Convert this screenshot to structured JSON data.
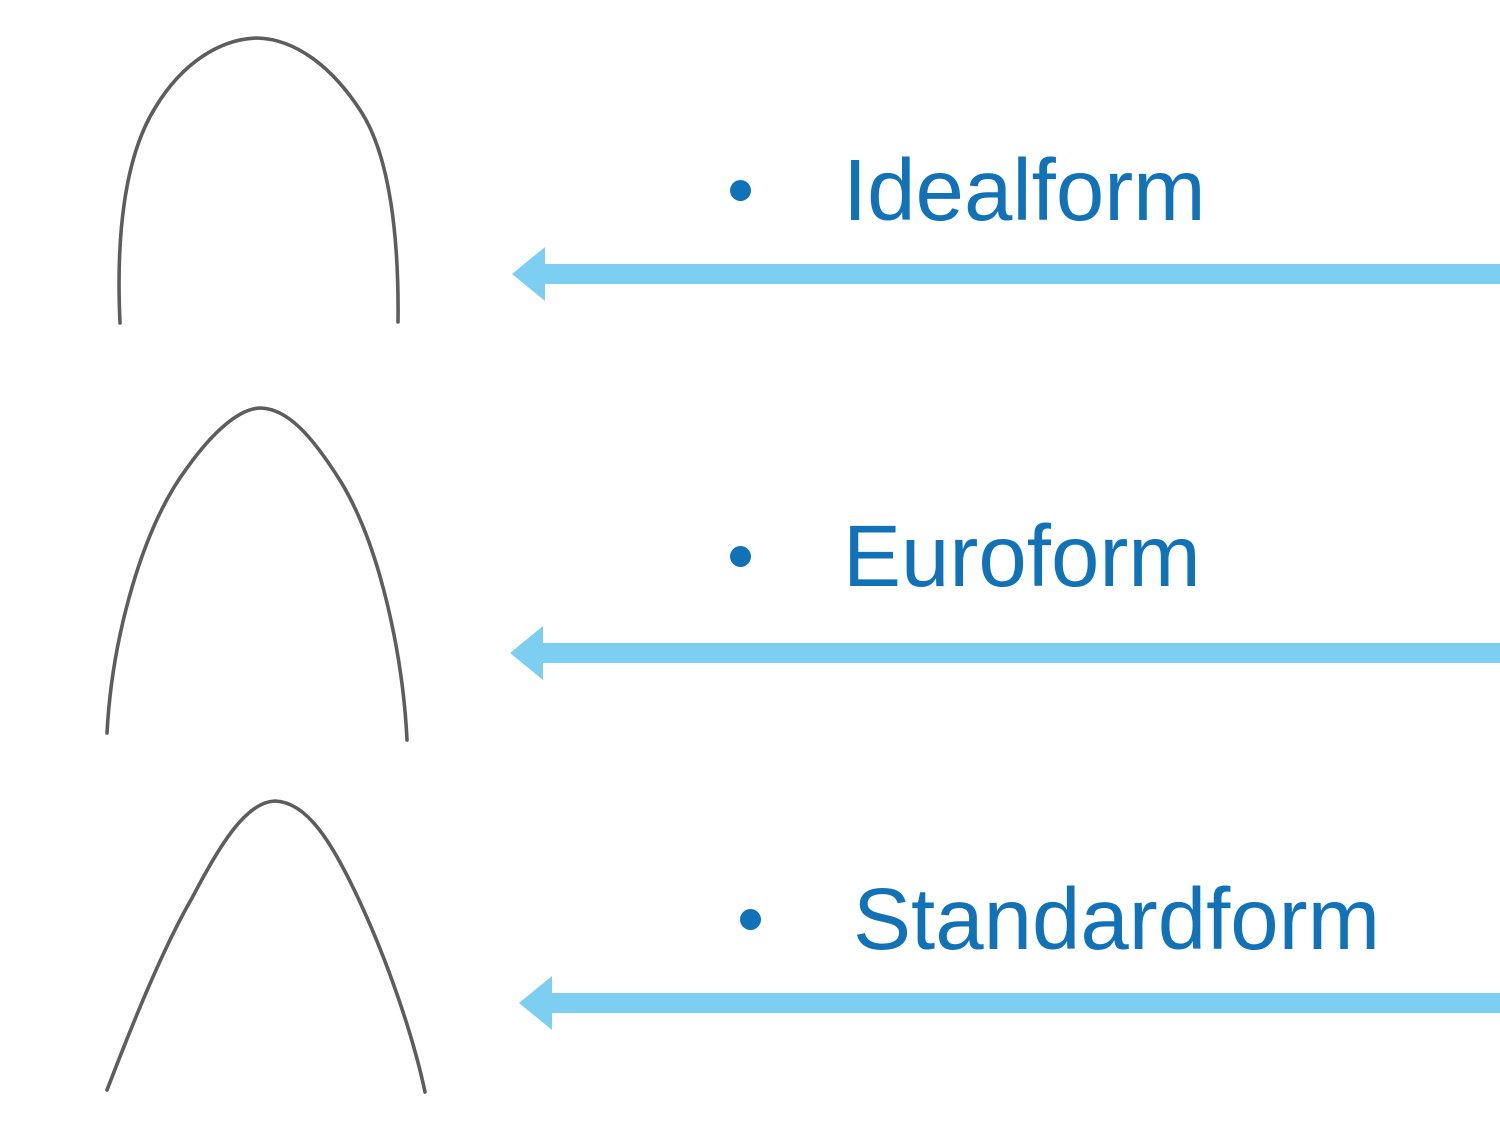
{
  "page": {
    "type": "presentation-slide",
    "background": "#ffffff"
  },
  "colors": {
    "label_blue": "#1272b8",
    "arrow_blue": "#7dcff2",
    "wire_gray": "#5d5d5d"
  },
  "rows": [
    {
      "label": "Idealform",
      "bullet": "round-dot",
      "icon": "archwire-idealform-shape",
      "arrow": "left-arrow"
    },
    {
      "label": "Euroform",
      "bullet": "round-dot",
      "icon": "archwire-euroform-shape",
      "arrow": "left-arrow"
    },
    {
      "label": "Standardform",
      "bullet": "round-dot",
      "icon": "archwire-standardform-shape",
      "arrow": "left-arrow"
    }
  ]
}
